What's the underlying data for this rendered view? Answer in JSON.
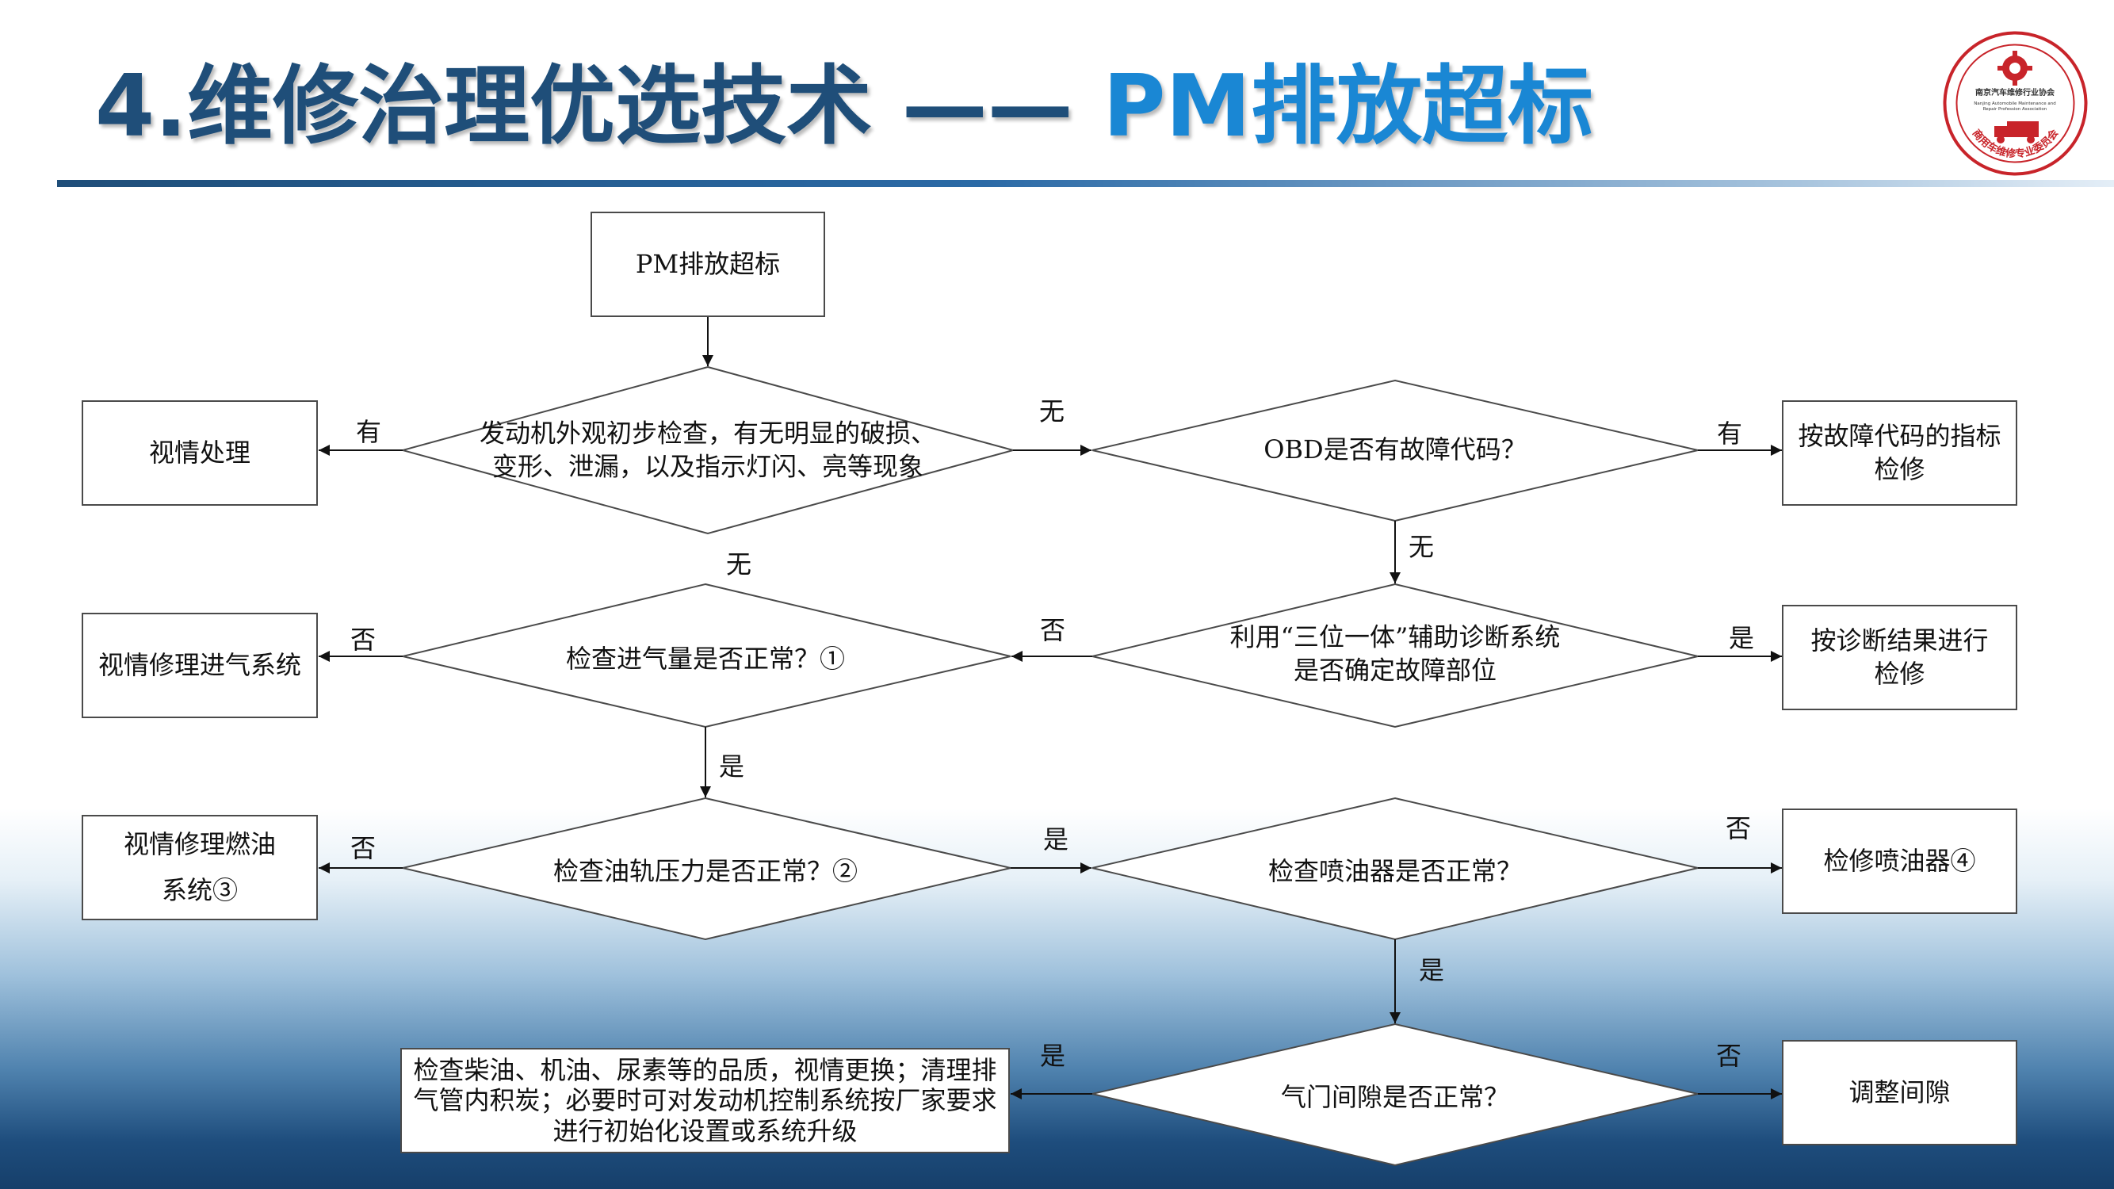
{
  "title": {
    "main": "4.维修治理优选技术 —— ",
    "sub": "PM排放超标"
  },
  "logo": {
    "line1": "南京汽车维修行业协会",
    "line2": "Nanjing Automobile Maintenance and",
    "line3": "Repair Profession Association",
    "arc": "商用车维修专业委员会"
  },
  "nodes": {
    "start": "PM排放超标",
    "visual_check": "发动机外观初步检查，有无明显的破损、\n变形、泄漏，以及指示灯闪、亮等现象",
    "handle": "视情处理",
    "obd": "OBD是否有故障代码？",
    "fault_code_repair": "按故障代码的指标\n检修",
    "three_in_one": "利用“三位一体”辅助诊断系统\n是否确定故障部位",
    "diag_repair": "按诊断结果进行\n检修",
    "intake_check": "检查进气量是否正常？①",
    "intake_repair": "视情修理进气系统",
    "rail_check": "检查油轨压力是否正常？②",
    "fuel_repair": "视情修理燃油\n系统③",
    "injector_check": "检查喷油器是否正常？",
    "injector_repair": "检修喷油器④",
    "valve_check": "气门间隙是否正常？",
    "adjust_gap": "调整间隙",
    "quality_check": "检查柴油、机油、尿素等的品质，视情更换；清理排\n气管内积炭；必要时可对发动机控制系统按厂家要求\n进行初始化设置或系统升级"
  },
  "edge_labels": {
    "visual_yes": "有",
    "visual_no_right": "无",
    "visual_no_down": "无",
    "obd_yes": "有",
    "obd_no": "无",
    "three_no": "否",
    "three_yes": "是",
    "intake_no": "否",
    "intake_yes": "是",
    "rail_no": "否",
    "rail_yes": "是",
    "injector_no": "否",
    "injector_yes": "是",
    "valve_yes": "是",
    "valve_no": "否"
  }
}
